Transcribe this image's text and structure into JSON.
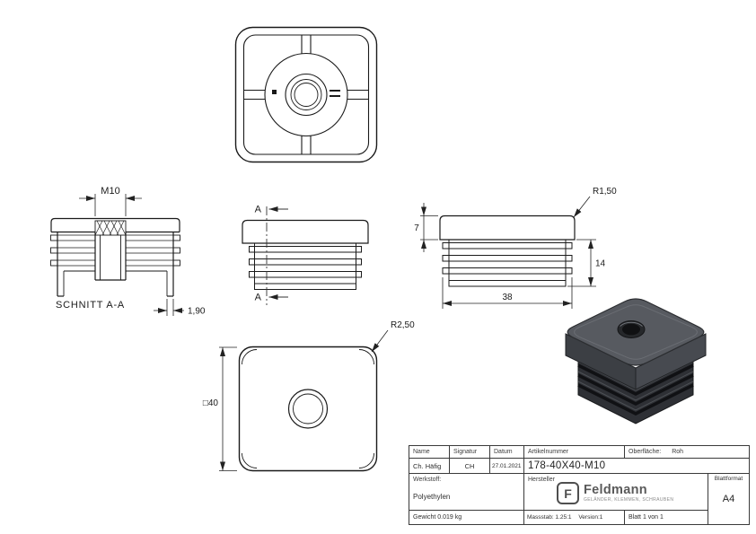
{
  "drawing": {
    "section_view": {
      "label": "SCHNITT A-A",
      "dim_thread": "M10",
      "dim_wall": "1,90"
    },
    "side_view": {
      "cut_label_top": "A",
      "cut_label_bottom": "A"
    },
    "detail_view": {
      "dim_plate_height": "7",
      "dim_rib_height": "14",
      "dim_width": "38",
      "dim_radius": "R1,50"
    },
    "front_view": {
      "dim_size": "□40",
      "dim_radius": "R2,50"
    }
  },
  "title_block": {
    "headers": {
      "name": "Name",
      "signature": "Signatur",
      "date": "Datum",
      "article": "Artikelnummer",
      "surface_label": "Oberfläche:",
      "surface_value": "Roh"
    },
    "values": {
      "name": "Ch. Häfig",
      "signature": "CH",
      "date": "27.01.2021",
      "article_number": "178-40X40-M10"
    },
    "material_label": "Werkstoff:",
    "material_value": "Polyethylen",
    "manufacturer_label": "Hersteller",
    "weight": "Gewicht 0.019 kg",
    "scale": "Massstab: 1.25:1",
    "version": "Version:1",
    "sheet": "Blatt 1 von 1",
    "format_label": "Blattformat",
    "format_value": "A4",
    "brand": {
      "initial": "F",
      "name": "Feldmann",
      "tagline": "GELÄNDER, KLEMMEN, SCHRAUBEN"
    }
  },
  "colors": {
    "line": "#1a1a1a",
    "dimension": "#222222",
    "background": "#ffffff",
    "part_top": "#575a60",
    "part_side_left": "#3c3f44",
    "part_side_right": "#474a50",
    "part_ribs": "#2e3035",
    "titleblock_border": "#3a3a3a"
  }
}
